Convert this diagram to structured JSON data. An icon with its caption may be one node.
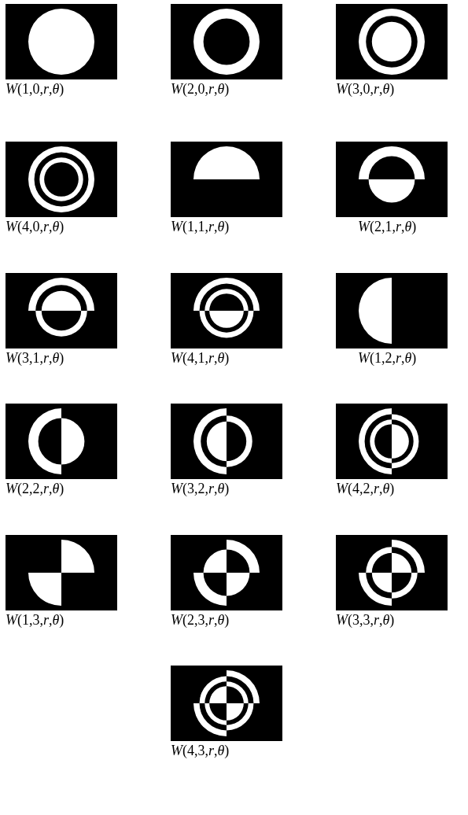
{
  "diagram": {
    "labels": [
      "*W*(1,0,*r*,*θ*)",
      "*W*(2,0,*r*,*θ*)",
      "*W*(3,0,*r*,*θ*)",
      "*W*(4,0,*r*,*θ*)",
      "*W*(1,1,*r*,*θ*)",
      "*W*(2,1,*r*,*θ*)",
      "*W*(3,1,*r*,*θ*)",
      "*W*(4,1,*r*,*θ*)",
      "*W*(1,2,*r*,*θ*)",
      "*W*(2,2,*r*,*θ*)",
      "*W*(3,2,*r*,*θ*)",
      "*W*(4,2,*r*,*θ*)",
      "*W*(1,3,*r*,*θ*)",
      "*W*(2,3,*r*,*θ*)",
      "*W*(3,3,*r*,*θ*)",
      "*W*(4,3,*r*,*θ*)"
    ]
  }
}
